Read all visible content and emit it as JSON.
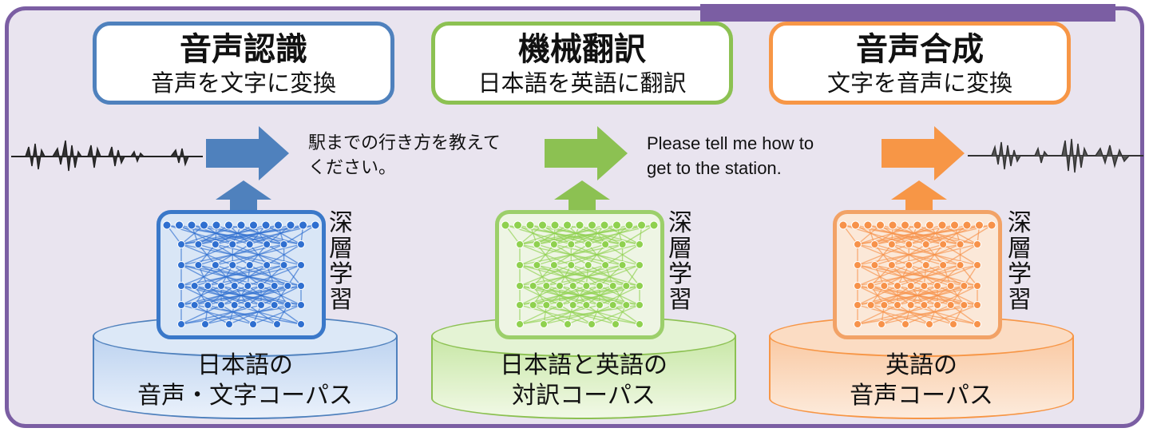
{
  "header_tab_text": "",
  "steps": [
    {
      "title": "音声認識",
      "desc": "音声を文字に変換",
      "color": "#4f81bd"
    },
    {
      "title": "機械翻訳",
      "desc": "日本語を英語に翻訳",
      "color": "#8cc152"
    },
    {
      "title": "音声合成",
      "desc": "文字を音声に変換",
      "color": "#f79646"
    }
  ],
  "flow_text": {
    "japanese_line1": "駅までの行き方を教えて",
    "japanese_line2": "ください。",
    "english_line1": "Please tell me how to",
    "english_line2": "get to the station."
  },
  "deep_learning_label": "深層学習",
  "corpora": [
    {
      "line1": "日本語の",
      "line2": "音声・文字コーパス"
    },
    {
      "line1": "日本語と英語の",
      "line2": "対訳コーパス"
    },
    {
      "line1": "英語の",
      "line2": "音声コーパス"
    }
  ],
  "icons": [
    "waveform-input-icon",
    "arrow-right-icon",
    "arrow-up-icon",
    "neural-network-icon",
    "database-cylinder-icon",
    "waveform-output-icon"
  ]
}
